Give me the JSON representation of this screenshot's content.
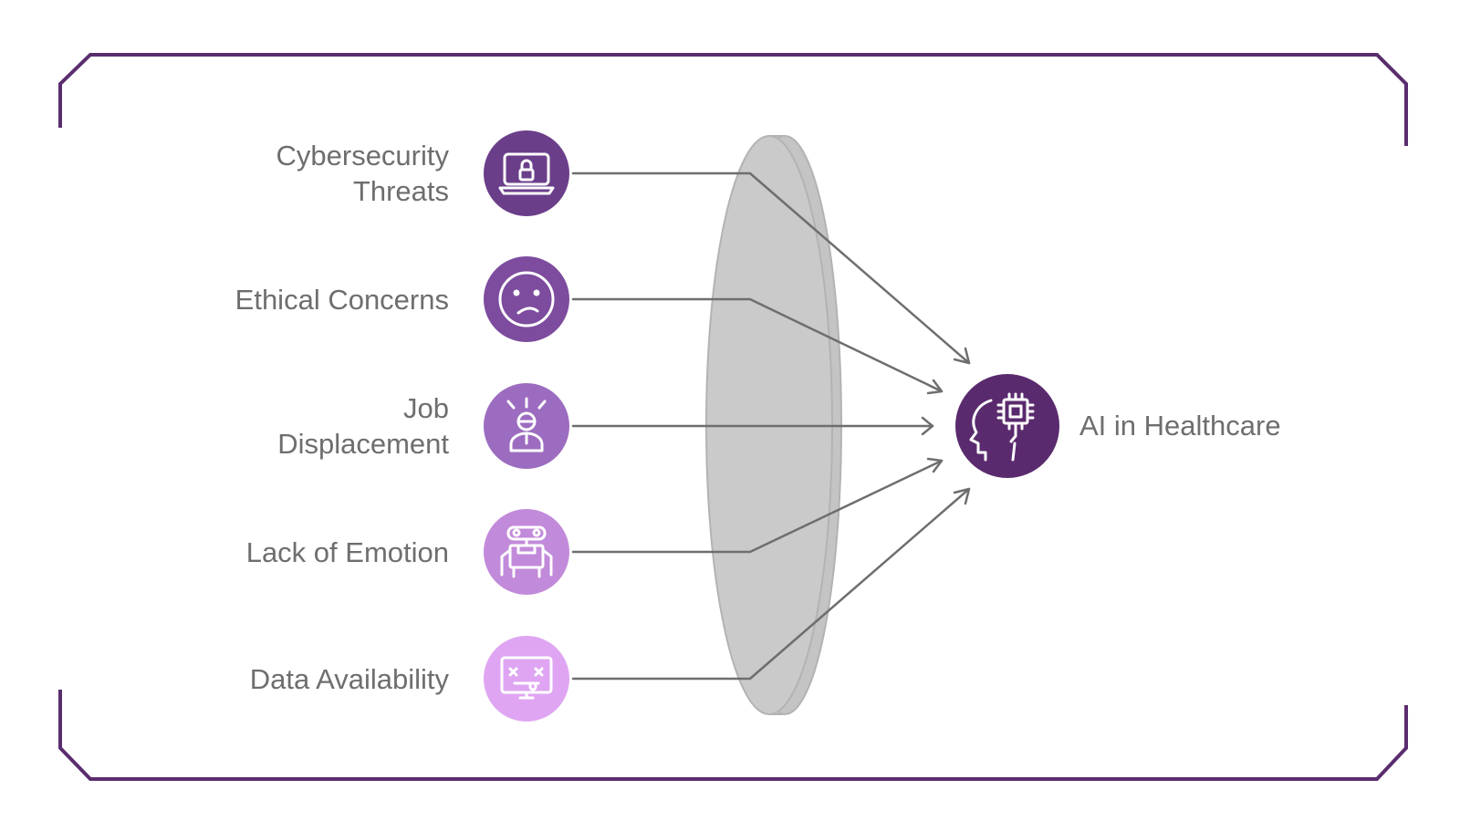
{
  "diagram": {
    "inputs": [
      {
        "label": "Cybersecurity Threats",
        "lines": [
          "Cybersecurity",
          "Threats"
        ],
        "icon": "laptop-lock-icon",
        "color": "#6b3e8a"
      },
      {
        "label": "Ethical Concerns",
        "lines": [
          "Ethical Concerns"
        ],
        "icon": "confused-face-icon",
        "color": "#7d4c9e"
      },
      {
        "label": "Job Displacement",
        "lines": [
          "Job",
          "Displacement"
        ],
        "icon": "stressed-person-icon",
        "color": "#9c6cc0"
      },
      {
        "label": "Lack of Emotion",
        "lines": [
          "Lack of Emotion"
        ],
        "icon": "robot-icon",
        "color": "#c28ada"
      },
      {
        "label": "Data Availability",
        "lines": [
          "Data Availability"
        ],
        "icon": "broken-monitor-icon",
        "color": "#dfa5f2"
      }
    ],
    "target": {
      "label": "AI in Healthcare",
      "icon": "ai-head-chip-icon",
      "color": "#5a2a6e"
    }
  },
  "colors": {
    "frame": "#5a2d6e",
    "lens_fill": "#c9c9c9",
    "lens_stroke": "#b3b3b3",
    "arrow": "#6e6e6e",
    "text": "#6e6e6e"
  }
}
